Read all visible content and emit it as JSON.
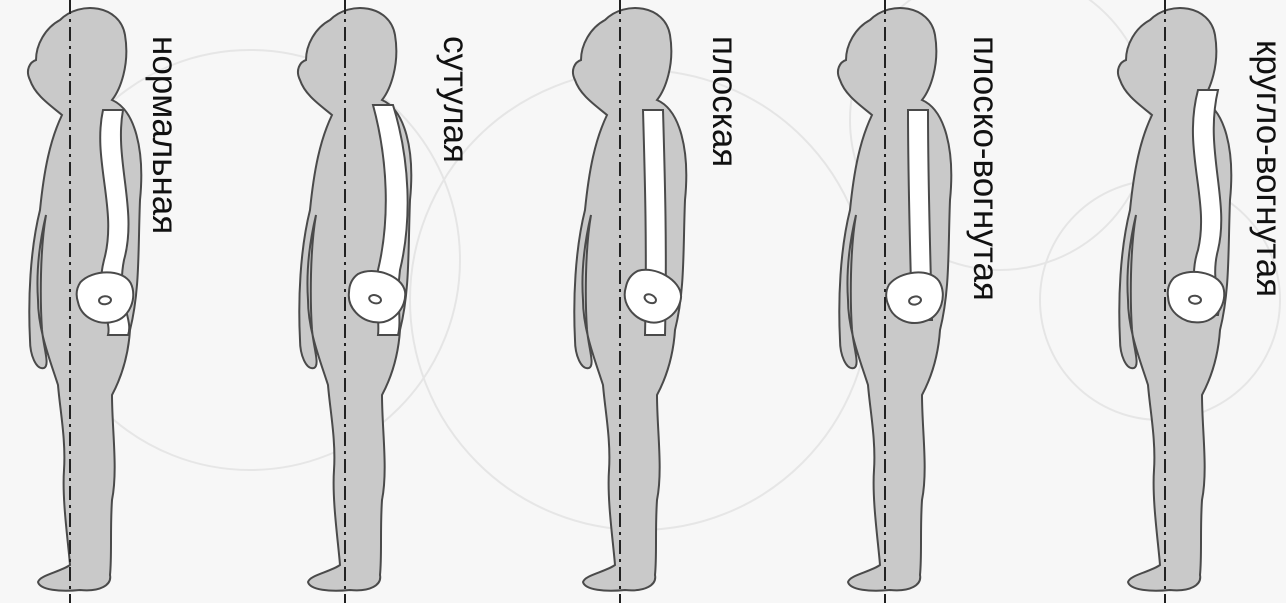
{
  "figure": {
    "panels": [
      {
        "id": "normal",
        "label": "нормальная"
      },
      {
        "id": "stooped",
        "label": "сутулая"
      },
      {
        "id": "flat",
        "label": "плоская"
      },
      {
        "id": "flat-concave",
        "label": "плоско-вогнутая"
      },
      {
        "id": "round-concave",
        "label": "кругло-вогнутая"
      }
    ],
    "colors": {
      "body_fill": "#c9c9c9",
      "body_stroke": "#4a4a4a",
      "spine_fill": "#ffffff",
      "axis_line": "#222222",
      "background": "#f7f7f7",
      "label_text": "#111111"
    }
  }
}
